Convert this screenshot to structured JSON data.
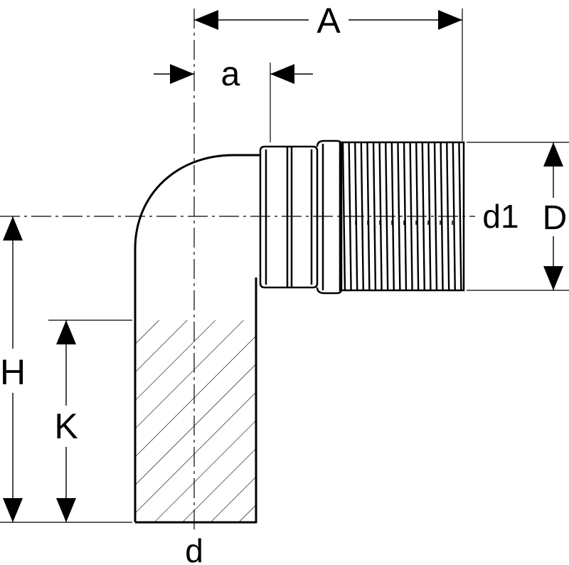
{
  "labels": {
    "A": "A",
    "a": "a",
    "d1": "d1",
    "D": "D",
    "H": "H",
    "K": "K",
    "d": "d"
  },
  "colors": {
    "stroke": "#000000",
    "background": "#ffffff"
  }
}
